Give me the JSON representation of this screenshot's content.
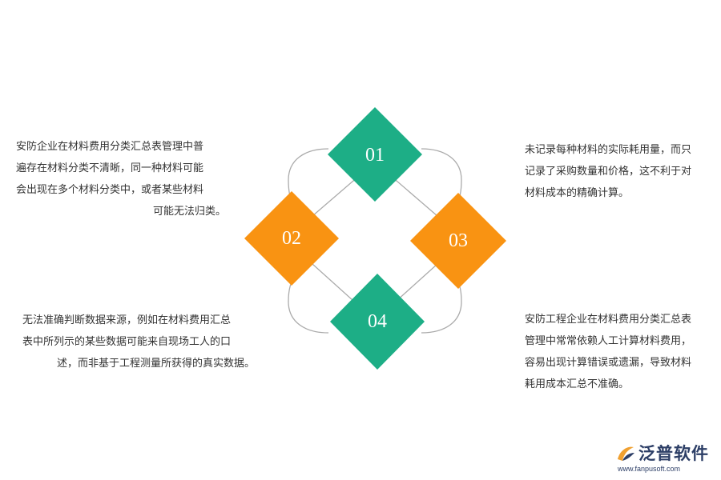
{
  "diagram": {
    "items": [
      {
        "number": "01",
        "color": "#1dae86"
      },
      {
        "number": "02",
        "color": "#f99312"
      },
      {
        "number": "03",
        "color": "#f99312"
      },
      {
        "number": "04",
        "color": "#1dae86"
      }
    ],
    "descriptions": {
      "item01": [
        "安防企业在材料费用分类汇总表管理中普",
        "遍存在材料分类不清晰，同一种材料可能",
        "会出现在多个材料分类中，或者某些材料",
        "可能无法归类。"
      ],
      "item03": [
        "未记录每种材料的实际耗用量，而只",
        "记录了采购数量和价格，这不利于对",
        "材料成本的精确计算。"
      ],
      "item04": [
        "无法准确判断数据来源，例如在材料费用汇总",
        "表中所列示的某些数据可能来自现场工人的口",
        "述，而非基于工程测量所获得的真实数据。"
      ],
      "item05": [
        "安防工程企业在材料费用分类汇总表",
        "管理中常常依赖人工计算材料费用，",
        "容易出现计算错误或遗漏，导致材料",
        "耗用成本汇总不准确。"
      ]
    }
  },
  "logo": {
    "name": "泛普软件",
    "url": "www.fanpusoft.com",
    "colors": {
      "orange": "#f0a030",
      "blue": "#2c3e66"
    }
  }
}
